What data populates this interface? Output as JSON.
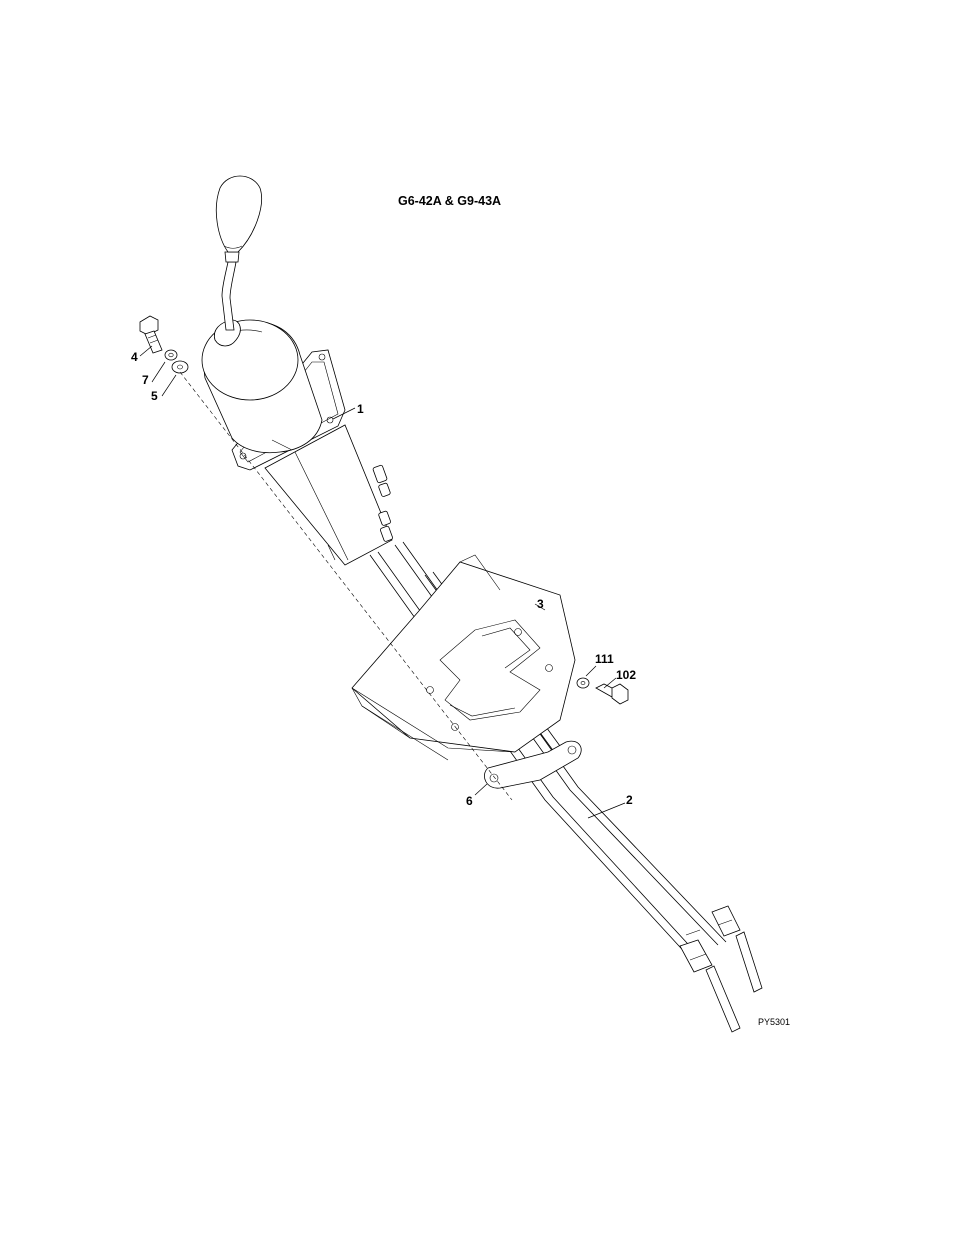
{
  "diagram": {
    "title": "G6-42A & G9-43A",
    "drawing_code": "PY5301",
    "callouts": [
      {
        "id": "1",
        "label": "1"
      },
      {
        "id": "2",
        "label": "2"
      },
      {
        "id": "3",
        "label": "3"
      },
      {
        "id": "4",
        "label": "4"
      },
      {
        "id": "5",
        "label": "5"
      },
      {
        "id": "6",
        "label": "6"
      },
      {
        "id": "7",
        "label": "7"
      },
      {
        "id": "102",
        "label": "102"
      },
      {
        "id": "111",
        "label": "111"
      }
    ]
  }
}
